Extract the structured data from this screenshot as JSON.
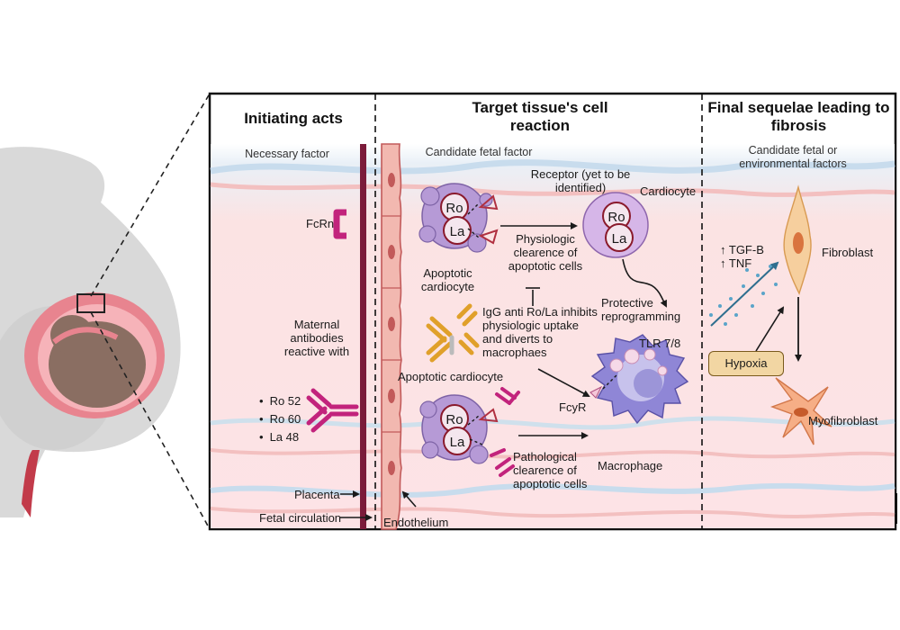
{
  "headers": {
    "initiating": "Initiating acts",
    "target": "Target tissue's cell reaction",
    "final": "Final sequelae leading to fibrosis"
  },
  "subheaders": {
    "necessary": "Necessary factor",
    "candidate_fetal": "Candidate fetal factor",
    "candidate_env": "Candidate fetal or environmental factors"
  },
  "labels": {
    "fcrn": "FcRn",
    "maternal": "Maternal antibodies reactive with",
    "placenta": "Placenta",
    "fetal_circulation": "Fetal circulation",
    "endothelium": "Endothelium",
    "receptor": "Receptor (yet to be identified)",
    "cardiocyte": "Cardiocyte",
    "physiologic": "Physiologic clearence of apoptotic cells",
    "apoptotic_cardiocyte_top": "Apoptotic cardiocyte",
    "igg": "IgG anti Ro/La inhibits physiologic uptake and diverts to macrophaes",
    "protective": "Protective reprogramming",
    "apoptotic_cardiocyte_mid": "Apoptotic cardiocyte",
    "tlr": "TLR 7/8",
    "fcyr": "FcyR",
    "pathological": "Pathological clearence of apoptotic cells",
    "macrophage": "Macrophage",
    "tgf": "↑ TGF-B",
    "tnf": "↑ TNF",
    "fibroblast": "Fibroblast",
    "hypoxia": "Hypoxia",
    "myofibroblast": "Myofibroblast",
    "ro": "Ro",
    "la": "La"
  },
  "antigens": [
    "Ro 52",
    "Ro 60",
    "La 48"
  ],
  "colors": {
    "magenta": "#c2237c",
    "placenta_bar": "#7b1b3a",
    "cell_pink": "#f2b8b0",
    "apoptotic_purple": "#b69ad6",
    "macrophage": "#8f86d6",
    "fibroblast": "#f6cf9e",
    "igg_orange": "#e0a02a",
    "teal": "#2f6f8f"
  }
}
